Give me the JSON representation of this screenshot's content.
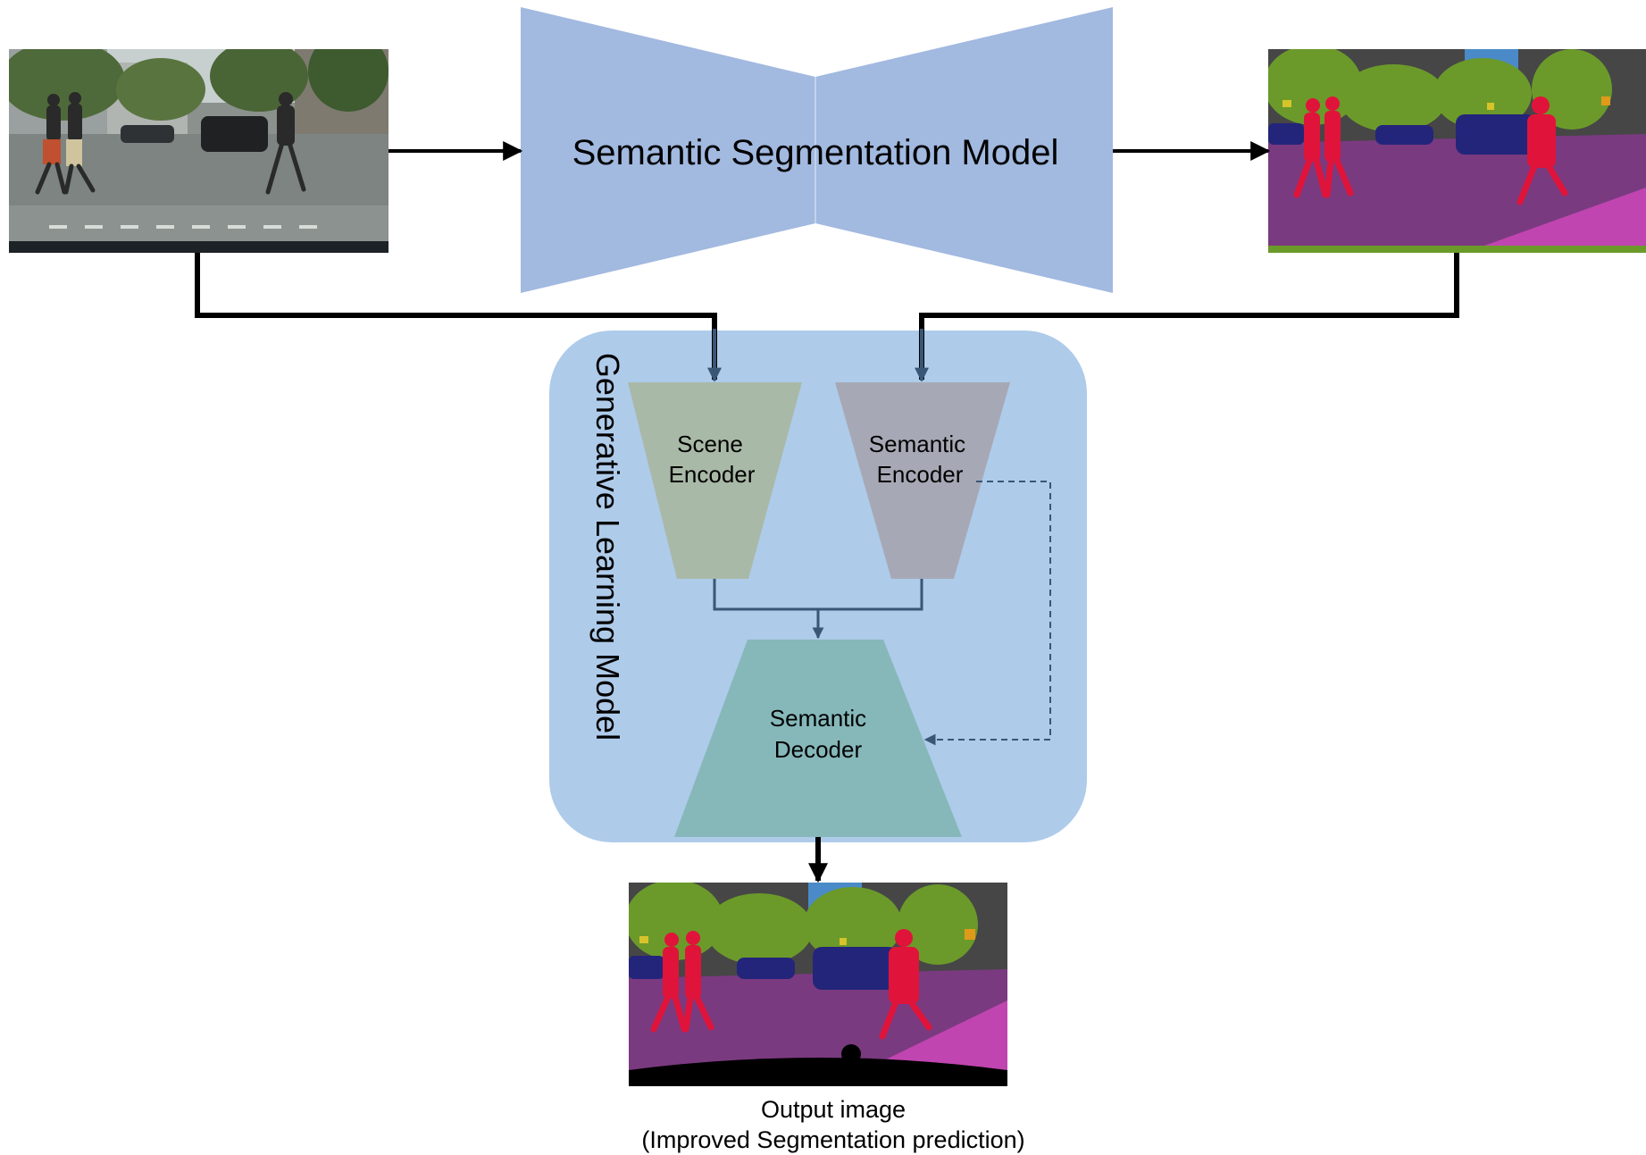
{
  "diagram": {
    "segmentation_model": {
      "label": "Semantic Segmentation Model"
    },
    "generative_model": {
      "label": "Generative Learning Model"
    },
    "scene_encoder": {
      "line1": "Scene",
      "line2": "Encoder"
    },
    "semantic_encoder": {
      "line1": "Semantic",
      "line2": "Encoder"
    },
    "semantic_decoder": {
      "line1": "Semantic",
      "line2": "Decoder"
    },
    "output": {
      "line1": "Output image",
      "line2": "(Improved Segmentation prediction)"
    }
  },
  "images": {
    "input_photo": "street scene photo with pedestrians and car",
    "segmentation_map": "semantic segmentation prediction map",
    "output_map": "improved segmentation output map"
  },
  "colors": {
    "segmentation_model_fill": "#a2b9e0",
    "generative_container_fill": "#aecbea",
    "scene_encoder_fill": "#a9b9a7",
    "semantic_encoder_fill": "#a6a9b5",
    "semantic_decoder_fill": "#86b8ba",
    "arrow_black": "#000000",
    "arrow_blue": "#3a5676",
    "road": "#7a3a80",
    "sidewalk": "#c045b0",
    "vegetation": "#6b9a2a",
    "building": "#4a4a4a",
    "sky": "#4a8ac8",
    "person": "#e0143a",
    "car": "#23257a"
  }
}
